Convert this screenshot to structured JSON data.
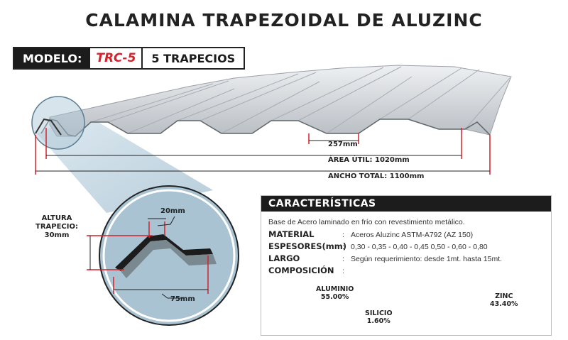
{
  "title": "CALAMINA TRAPEZOIDAL DE ALUZINC",
  "model": {
    "label": "MODELO:",
    "code": "TRC-5",
    "name": "5 TRAPECIOS"
  },
  "dimensions": {
    "trapezoid_spacing": "257mm",
    "useful_area": "ÁREA ÚTIL: 1020mm",
    "total_width": "ANCHO TOTAL: 1100mm"
  },
  "detail": {
    "height_label": [
      "ALTURA",
      "TRAPECIO:",
      "30mm"
    ],
    "top_width": "20mm",
    "base_width": "75mm"
  },
  "characteristics": {
    "header": "CARACTERÍSTICAS",
    "description": "Base de Acero laminado en frío con revestimiento metálico.",
    "rows": [
      {
        "key": "MATERIAL",
        "value": "Aceros Aluzinc ASTM-A792 (AZ 150)"
      },
      {
        "key": "ESPESORES(mm)",
        "value": "0,30 - 0,35 - 0,40 - 0,45 0,50 - 0,60 - 0,80"
      },
      {
        "key": "LARGO",
        "value": "Según requerimiento: desde 1mt. hasta 15mt."
      },
      {
        "key": "COMPOSICIÓN",
        "value": ""
      }
    ]
  },
  "chart_data": {
    "type": "pie",
    "title": "",
    "slices": [
      {
        "name": "ALUMINIO",
        "value": 55.0,
        "label": "55.00%",
        "color": "#e8262c"
      },
      {
        "name": "SILICIO",
        "value": 1.6,
        "label": "1.60%",
        "color": "#2d3a9e"
      },
      {
        "name": "ZINC",
        "value": 43.4,
        "label": "43.40%",
        "color": "#1aa3e8"
      }
    ]
  },
  "colors": {
    "accent": "#d6202a",
    "dark": "#1c1c1c",
    "detail_fill": "#a9c3d3"
  }
}
